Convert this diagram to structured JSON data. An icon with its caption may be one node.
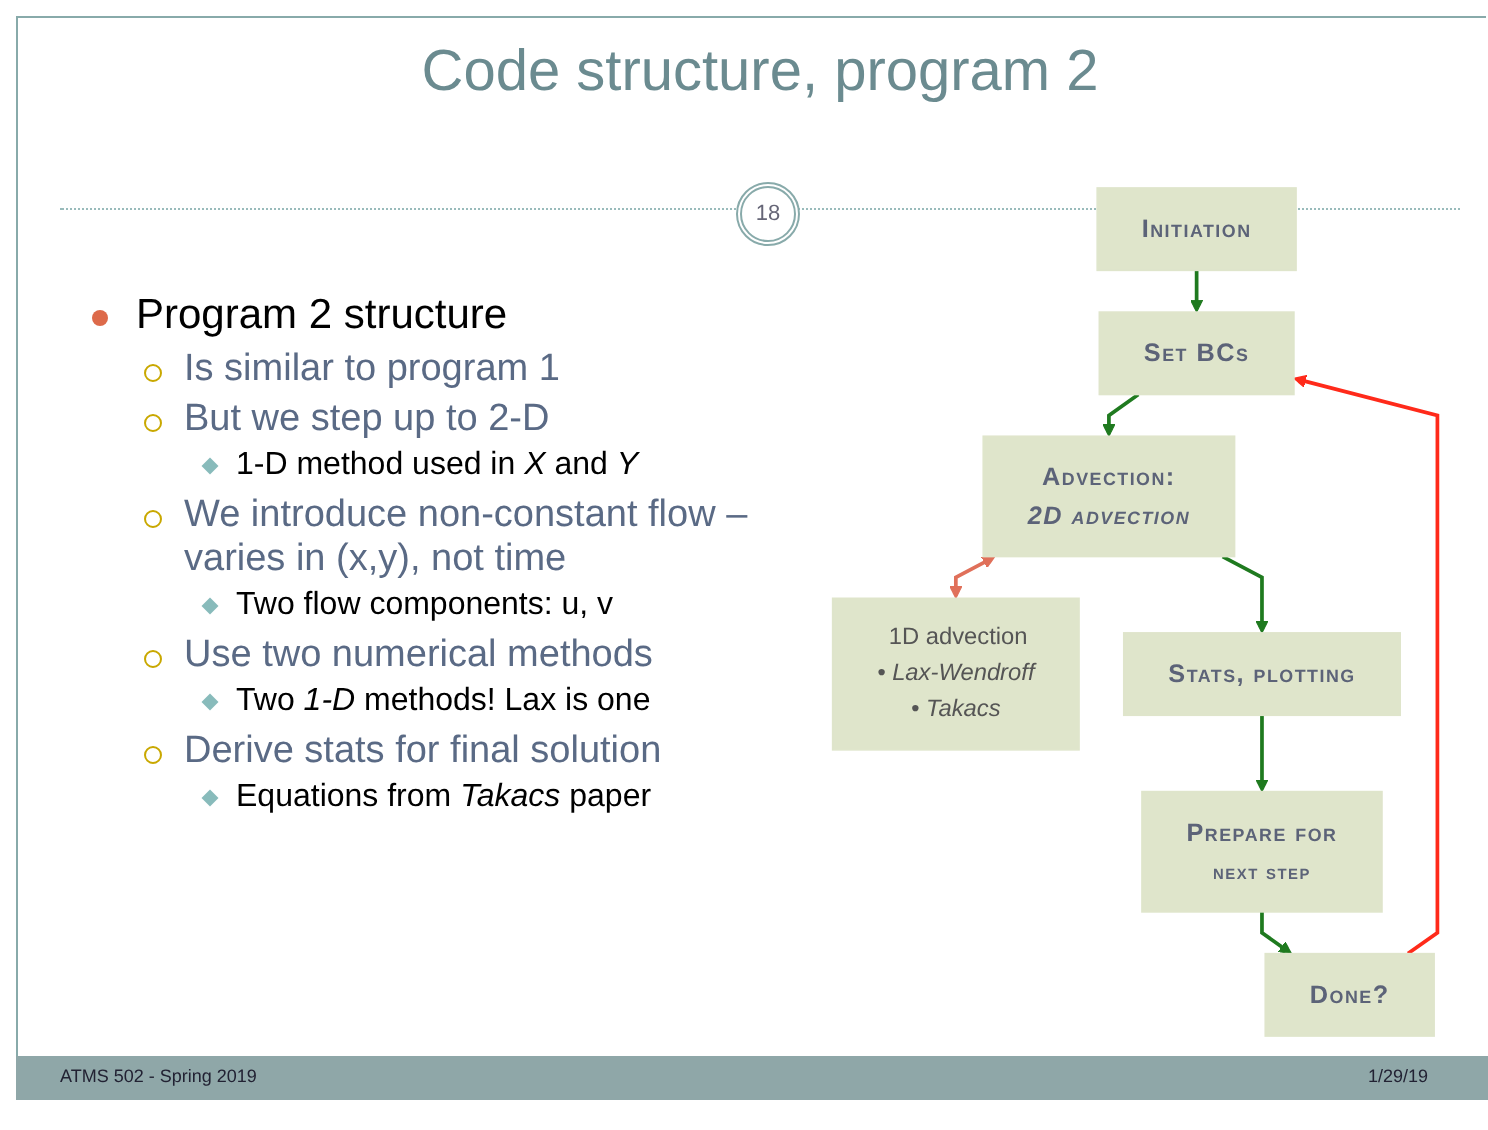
{
  "diagram": {
    "title": "Code structure, program 2",
    "nodes": [
      {
        "text": [
          "Initiation"
        ]
      },
      {
        "text": [
          "Set BCs"
        ]
      },
      {
        "text": [
          "Advection:",
          "2D advection"
        ]
      },
      {
        "text": [
          "1D advection",
          "• Lax-Wendroff",
          "• Takacs"
        ]
      },
      {
        "text": [
          "Stats, plotting"
        ]
      },
      {
        "text": [
          "Prepare for",
          "next step"
        ]
      },
      {
        "text": [
          "Done?"
        ]
      }
    ],
    "edges": [
      {
        "from": 0,
        "to": 1,
        "arrow": "to"
      },
      {
        "from": 1,
        "to": 2,
        "arrow": "to"
      },
      {
        "from": 2,
        "to": 3,
        "arrow": "both",
        "color": "#e0705a"
      },
      {
        "from": 2,
        "to": 4,
        "arrow": "to"
      },
      {
        "from": 4,
        "to": 5,
        "arrow": "to"
      },
      {
        "from": 5,
        "to": 6,
        "arrow": "to"
      },
      {
        "from": 6,
        "to": 1,
        "arrow": "to",
        "color": "#ff2a1a"
      }
    ],
    "labels": [
      "18",
      "Program 2 structure",
      "Is similar to program 1",
      "But we step up to 2-D",
      "1-D method used in *X* and *Y*",
      "We introduce non-constant flow – varies in (x,y), not time",
      "Two flow components: u, v",
      "Use two numerical methods",
      "Two *1-D* methods!  Lax is one",
      "Derive stats for final solution",
      "Equations from *Takacs* paper",
      "ATMS 502 - Spring 2019",
      "1/29/19"
    ]
  }
}
